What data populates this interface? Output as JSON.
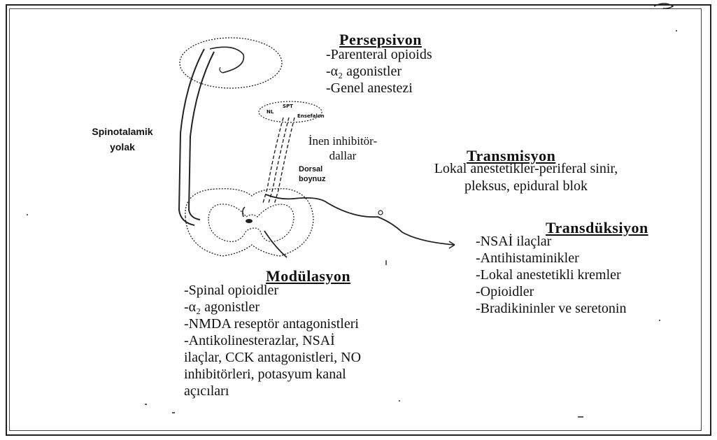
{
  "perception": {
    "heading": "Persepsivon",
    "items": [
      "-Parenteral opioids",
      "-α₂ agonistler",
      "-Genel anestezi"
    ]
  },
  "tract_label": {
    "line1": "Spinotalamik",
    "line2": "yolak"
  },
  "brain_labels": {
    "nucleus": "NL",
    "nucleus2": "SPT",
    "structure": "Ensefalon"
  },
  "descending": {
    "line1": "İnen inhibitör-",
    "line2": "dallar"
  },
  "dorsal_horn": {
    "line1": "Dorsal",
    "line2": "boynuz"
  },
  "transmission": {
    "heading": "Transmisyon",
    "line1": "Lokal anestetikler-periferal sinir,",
    "line2": "pleksus, epidural blok"
  },
  "transduction": {
    "heading": "Transdüksiyon",
    "items": [
      "-NSAİ ilaçlar",
      "-Antihistaminikler",
      "-Lokal anestetikli kremler",
      "-Opioidler",
      "-Bradikininler ve seretonin"
    ]
  },
  "modulation": {
    "heading": "Modülasyon",
    "items": [
      "-Spinal opioidler",
      "-α₂ agonistler",
      "-NMDA reseptör antagonistleri",
      "-Antikolinesterazlar, NSAİ",
      "ilaçlar, CCK antagonistleri, NO",
      "inhibitörleri, potasyum kanal",
      "açıcıları"
    ]
  }
}
